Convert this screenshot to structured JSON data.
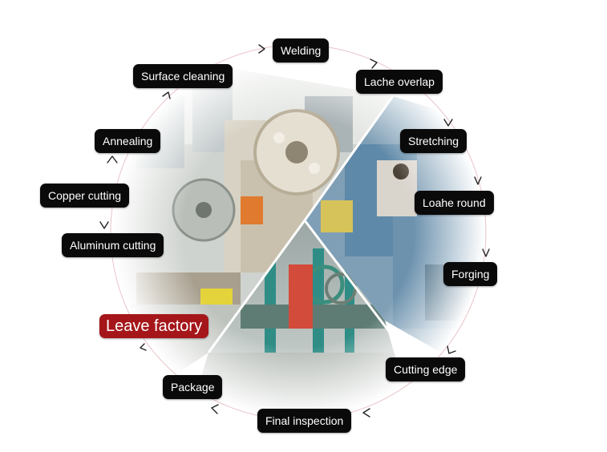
{
  "steps": [
    {
      "label": "Welding"
    },
    {
      "label": "Lache overlap"
    },
    {
      "label": "Stretching"
    },
    {
      "label": "Loahe round"
    },
    {
      "label": "Forging"
    },
    {
      "label": "Cutting edge"
    },
    {
      "label": "Final inspection"
    },
    {
      "label": "Package"
    },
    {
      "label": "Leave factory"
    },
    {
      "label": "Aluminum cutting"
    },
    {
      "label": "Copper cutting"
    },
    {
      "label": "Annealing"
    },
    {
      "label": "Surface cleaning"
    }
  ],
  "colors": {
    "label_bg": "#0a0a0a",
    "label_text": "#ffffff",
    "highlight_bg": "#a5161a",
    "ring": "#e8c4c8",
    "arrow": "#222222"
  },
  "icons": {
    "arrow": "chevron-arrow-icon"
  }
}
